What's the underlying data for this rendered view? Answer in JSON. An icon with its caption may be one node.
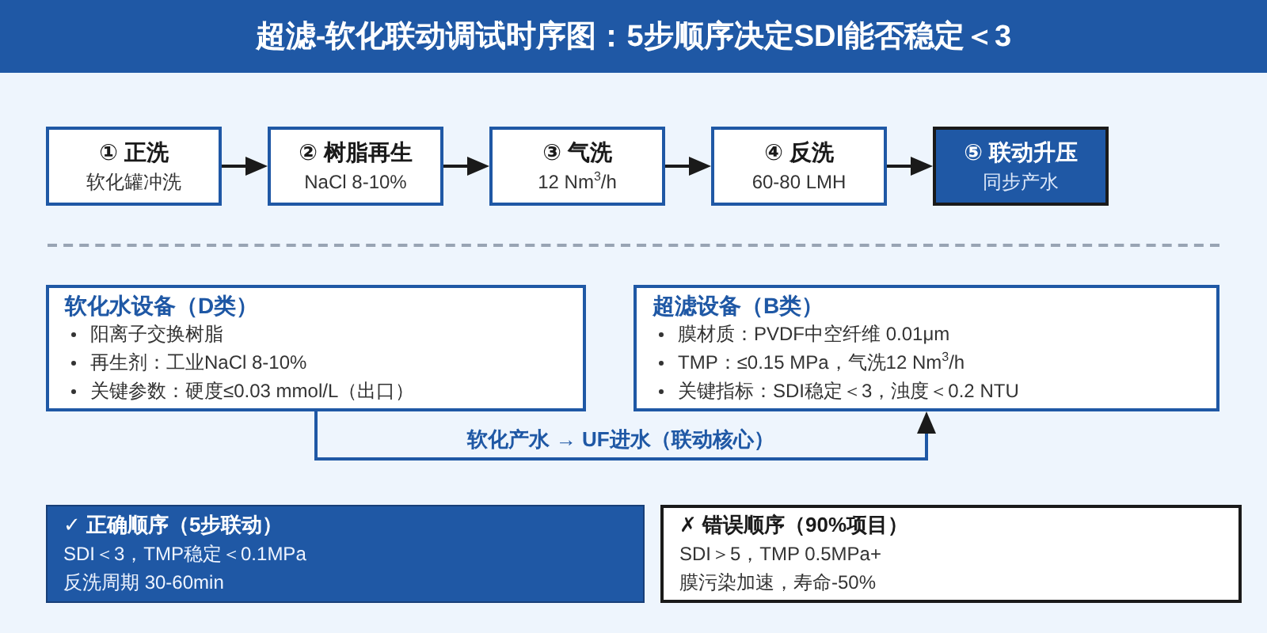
{
  "diagram": {
    "title": "超滤-软化联动调试时序图：5步顺序决定SDI能否稳定＜3",
    "nodes": [
      {
        "text": [
          "① 正洗",
          "软化罐冲洗"
        ]
      },
      {
        "text": [
          "② 树脂再生",
          "NaCl 8-10%"
        ]
      },
      {
        "text": [
          "③ 气洗",
          "12 Nm$^{3}$/h"
        ]
      },
      {
        "text": [
          "④ 反洗",
          "60-80 LMH"
        ]
      },
      {
        "text": [
          "⑤ 联动升压",
          "同步产水"
        ]
      },
      {
        "text": [
          "软化水设备（D类）",
          "阳离子交换树脂",
          "再生剂：工业NaCl 8-10%",
          "关键参数：硬度≤0.03 mmol/L（出口）"
        ]
      },
      {
        "text": [
          "超滤设备（B类）",
          "膜材质：PVDF中空纤维 0.01μm",
          "TMP：≤0.15 MPa，气洗12 Nm$^{3}$/h",
          "关键指标：SDI稳定＜3，浊度＜0.2 NTU"
        ]
      },
      {
        "text": [
          "✓ 正确顺序（5步联动）",
          "SDI＜3，TMP稳定＜0.1MPa",
          "反洗周期 30-60min"
        ]
      },
      {
        "text": [
          "✗ 错误顺序（90%项目）",
          "SDI＞5，TMP 0.5MPa+",
          "膜污染加速，寿命-50%"
        ]
      }
    ],
    "edges": [
      {
        "from": 0,
        "to": 1,
        "arrow": "to"
      },
      {
        "from": 1,
        "to": 2,
        "arrow": "to"
      },
      {
        "from": 2,
        "to": 3,
        "arrow": "to"
      },
      {
        "from": 3,
        "to": 4,
        "arrow": "to"
      },
      {
        "from": 5,
        "to": 6,
        "arrow": "to",
        "label": "软化产水 → UF进水（联动核心）",
        "color": "#1f58a5"
      }
    ]
  }
}
